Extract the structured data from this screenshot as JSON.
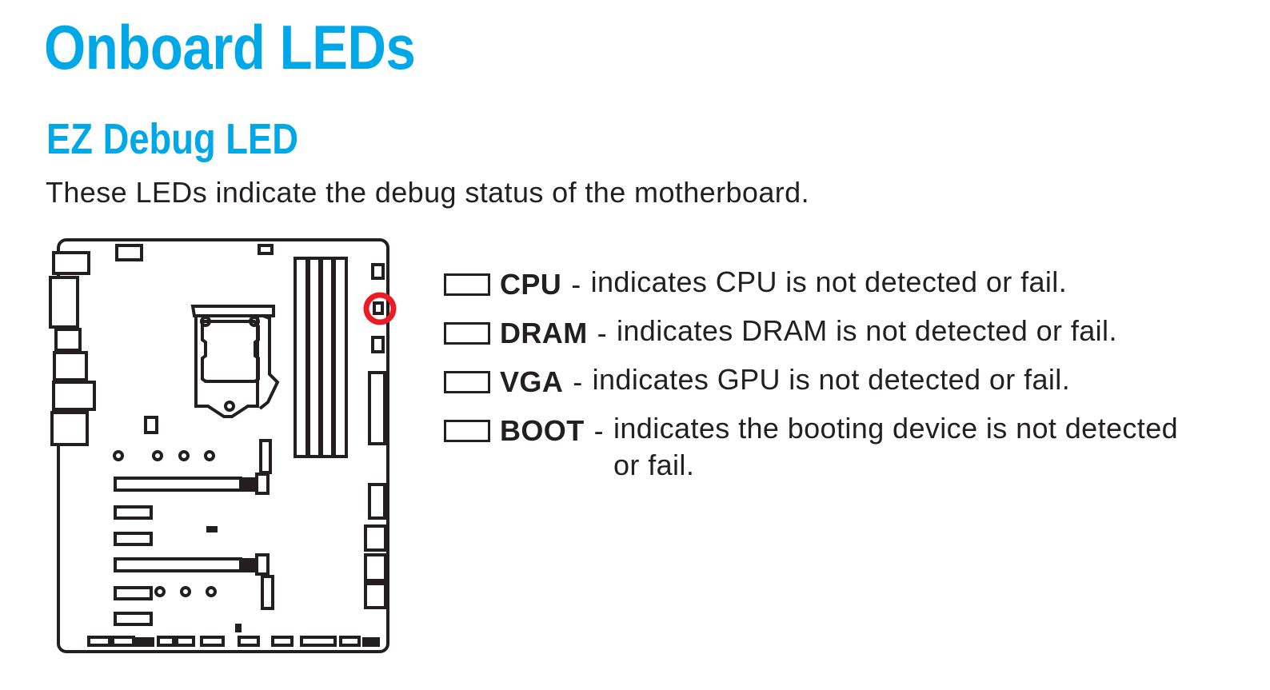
{
  "title": "Onboard LEDs",
  "section": {
    "heading": "EZ Debug LED",
    "intro": "These LEDs indicate the debug status of the motherboard."
  },
  "legend": [
    {
      "label": "CPU",
      "separator": "-",
      "lines": [
        "indicates CPU is not detected or fail."
      ]
    },
    {
      "label": "DRAM",
      "separator": "-",
      "lines": [
        "indicates DRAM is not detected or fail."
      ]
    },
    {
      "label": "VGA",
      "separator": "-",
      "lines": [
        "indicates GPU is not detected or fail."
      ]
    },
    {
      "label": "BOOT",
      "separator": "-",
      "lines": [
        "indicates the booting device is not detected",
        "or fail."
      ]
    }
  ],
  "colors": {
    "accent": "#00a8e8",
    "highlight": "#ed1c24",
    "ink": "#231f20"
  }
}
